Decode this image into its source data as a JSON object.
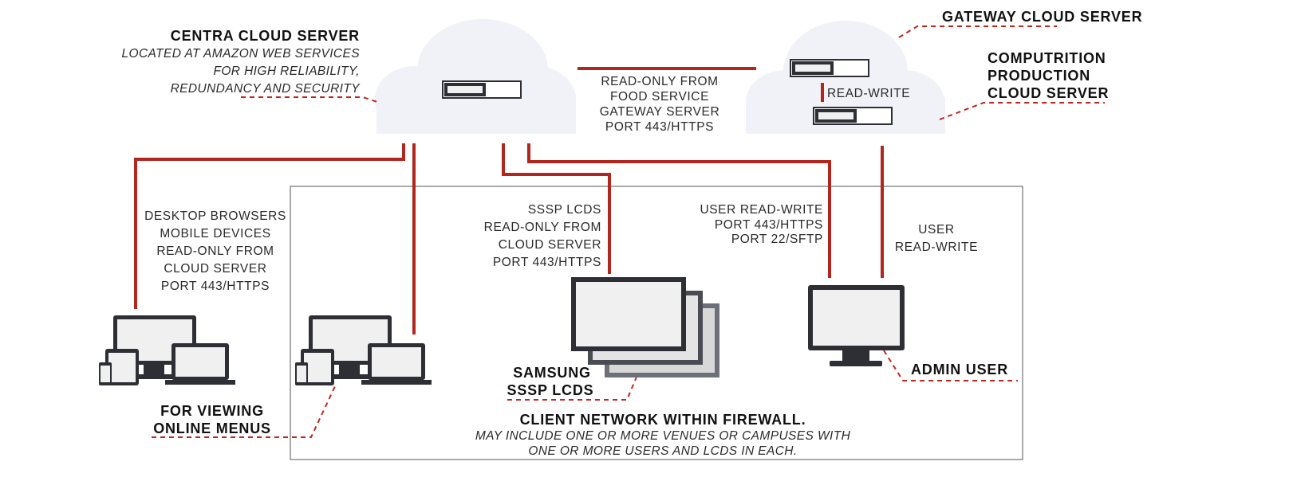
{
  "colors": {
    "wire": "#b3261e",
    "leader": "#c0261e",
    "cloud": "#f1f2f7",
    "device": "#2d2f35",
    "firewall_border": "#555555"
  },
  "centra": {
    "title": "CENTRA CLOUD SERVER",
    "sub1": "LOCATED AT AMAZON WEB SERVICES",
    "sub2": "FOR HIGH RELIABILITY,",
    "sub3": "REDUNDANCY AND SECURITY"
  },
  "gateway": {
    "title": "GATEWAY CLOUD SERVER"
  },
  "computrition": {
    "line1": "COMPUTRITION",
    "line2": "PRODUCTION",
    "line3": "CLOUD SERVER"
  },
  "link_readonly": {
    "line1": "READ-ONLY FROM",
    "line2": "FOOD SERVICE",
    "line3": "GATEWAY SERVER",
    "line4": "PORT 443/HTTPS"
  },
  "link_readwrite": {
    "label": "READ-WRITE"
  },
  "desktop_link": {
    "line1": "DESKTOP BROWSERS",
    "line2": "MOBILE DEVICES",
    "line3": "READ-ONLY FROM",
    "line4": "CLOUD SERVER",
    "line5": "PORT 443/HTTPS"
  },
  "sssp_link": {
    "line1": "SSSP LCDS",
    "line2": "READ-ONLY FROM",
    "line3": "CLOUD SERVER",
    "line4": "PORT 443/HTTPS"
  },
  "user_link": {
    "line1": "USER READ-WRITE",
    "line2": "PORT 443/HTTPS",
    "line3": "PORT 22/SFTP"
  },
  "admin_link": {
    "line1": "USER",
    "line2": "READ-WRITE"
  },
  "viewing": {
    "line1": "FOR VIEWING",
    "line2": "ONLINE MENUS"
  },
  "samsung": {
    "line1": "SAMSUNG",
    "line2": "SSSP LCDS"
  },
  "admin": {
    "label": "ADMIN USER"
  },
  "firewall": {
    "title": "CLIENT NETWORK WITHIN FIREWALL.",
    "sub1": "MAY INCLUDE ONE OR MORE VENUES OR CAMPUSES WITH",
    "sub2": "ONE OR MORE USERS AND LCDS IN EACH."
  }
}
